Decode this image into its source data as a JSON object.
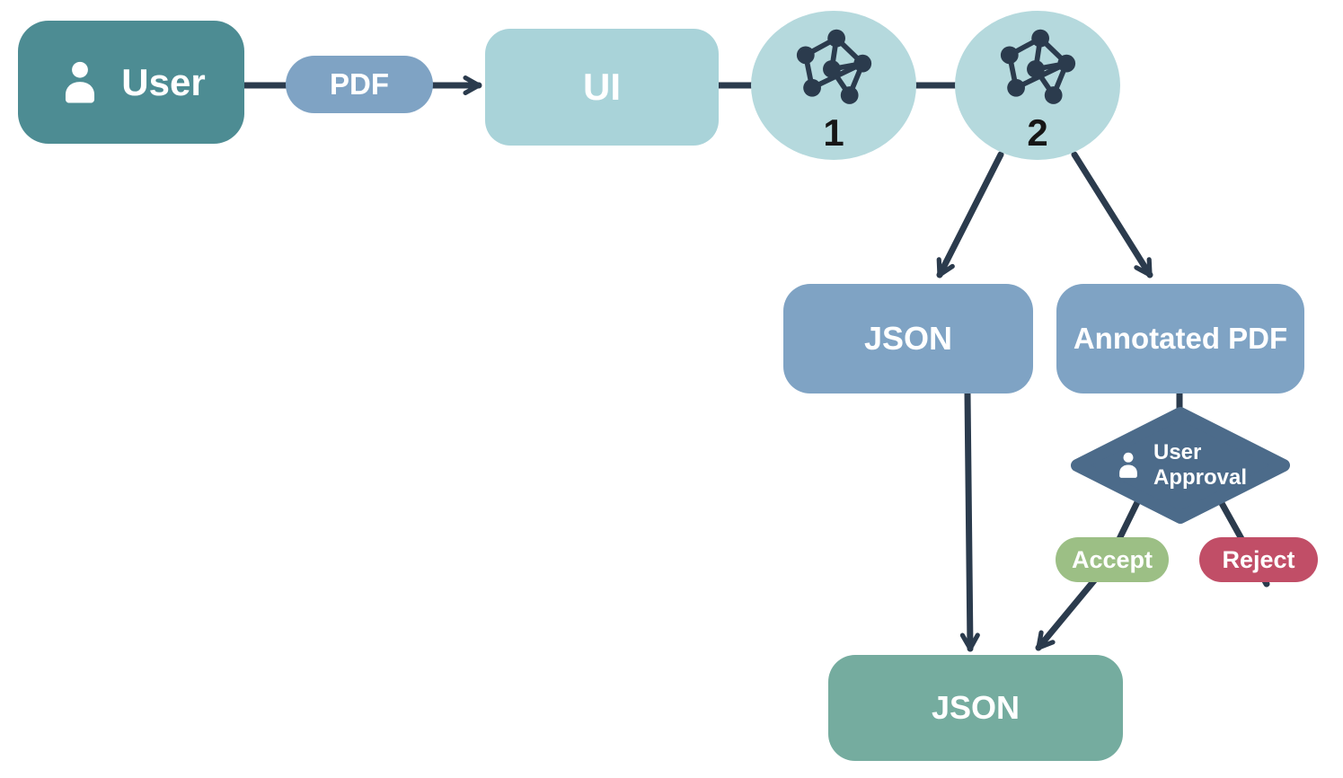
{
  "diagram": {
    "title": "PDF annotation pipeline flowchart",
    "nodes": {
      "user": {
        "label": "User",
        "type": "actor"
      },
      "pdf": {
        "label": "PDF",
        "type": "artifact"
      },
      "ui": {
        "label": "UI",
        "type": "process"
      },
      "model1": {
        "label": "1",
        "type": "neural-network-model"
      },
      "model2": {
        "label": "2",
        "type": "neural-network-model"
      },
      "json_intermediate": {
        "label": "JSON",
        "type": "artifact"
      },
      "annotated_pdf": {
        "label": "Annotated PDF",
        "type": "artifact"
      },
      "approval": {
        "label_line1": "User",
        "label_line2": "Approval",
        "type": "decision"
      },
      "accept": {
        "label": "Accept",
        "type": "decision-outcome"
      },
      "reject": {
        "label": "Reject",
        "type": "decision-outcome"
      },
      "json_final": {
        "label": "JSON",
        "type": "artifact"
      }
    },
    "edges": [
      {
        "from": "user",
        "to": "pdf",
        "arrow": false
      },
      {
        "from": "pdf",
        "to": "ui",
        "arrow": true
      },
      {
        "from": "ui",
        "to": "model1",
        "arrow": false
      },
      {
        "from": "model1",
        "to": "model2",
        "arrow": false
      },
      {
        "from": "model2",
        "to": "json_intermediate",
        "arrow": true
      },
      {
        "from": "model2",
        "to": "annotated_pdf",
        "arrow": true
      },
      {
        "from": "annotated_pdf",
        "to": "approval",
        "arrow": false
      },
      {
        "from": "json_intermediate",
        "to": "json_final",
        "arrow": true
      },
      {
        "from": "approval",
        "to": "accept",
        "arrow": false
      },
      {
        "from": "approval",
        "to": "reject",
        "arrow": false
      },
      {
        "from": "accept",
        "to": "json_final",
        "arrow": true
      }
    ],
    "colors": {
      "teal": "#4D8C93",
      "node_blue": "#7FA3C4",
      "light_blue": "#A9D3D9",
      "circle_blue": "#B5D9DD",
      "dark": "#2B3B4D",
      "diamond_blue": "#4C6B8A",
      "accept_green": "#9CBF85",
      "reject_red": "#C14E67",
      "sage_green": "#75AC9F",
      "number_dark": "#161616",
      "background": "#FFFFFF"
    }
  }
}
